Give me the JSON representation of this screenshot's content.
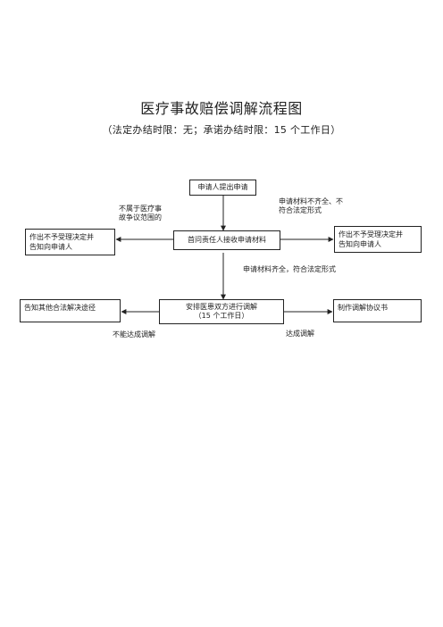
{
  "title": "医疗事故赔偿调解流程图",
  "subtitle": "（法定办结时限：无；承诺办结时限：15 个工作日）",
  "nodes": {
    "apply": "申请人提出申请",
    "receive": "首问责任人接收申请材料",
    "reject_left_line1": "作出不予受理决定并",
    "reject_left_line2": "告知向申请人",
    "reject_right_line1": "作出不予受理决定并",
    "reject_right_line2": "告知向申请人",
    "mediate_line1": "安排医患双方进行调解",
    "mediate_line2": "（15 个工作日）",
    "other_way": "告知其他合法解决途径",
    "agreement": "制作调解协议书"
  },
  "edges": {
    "not_in_scope_line1": "不属于医疗事",
    "not_in_scope_line2": "故争议范围的",
    "incomplete_line1": "申请材料不齐全、不",
    "incomplete_line2": "符合法定形式",
    "complete": "申请材料齐全，符合法定形式",
    "not_reached": "不能达成调解",
    "reached": "达成调解"
  }
}
